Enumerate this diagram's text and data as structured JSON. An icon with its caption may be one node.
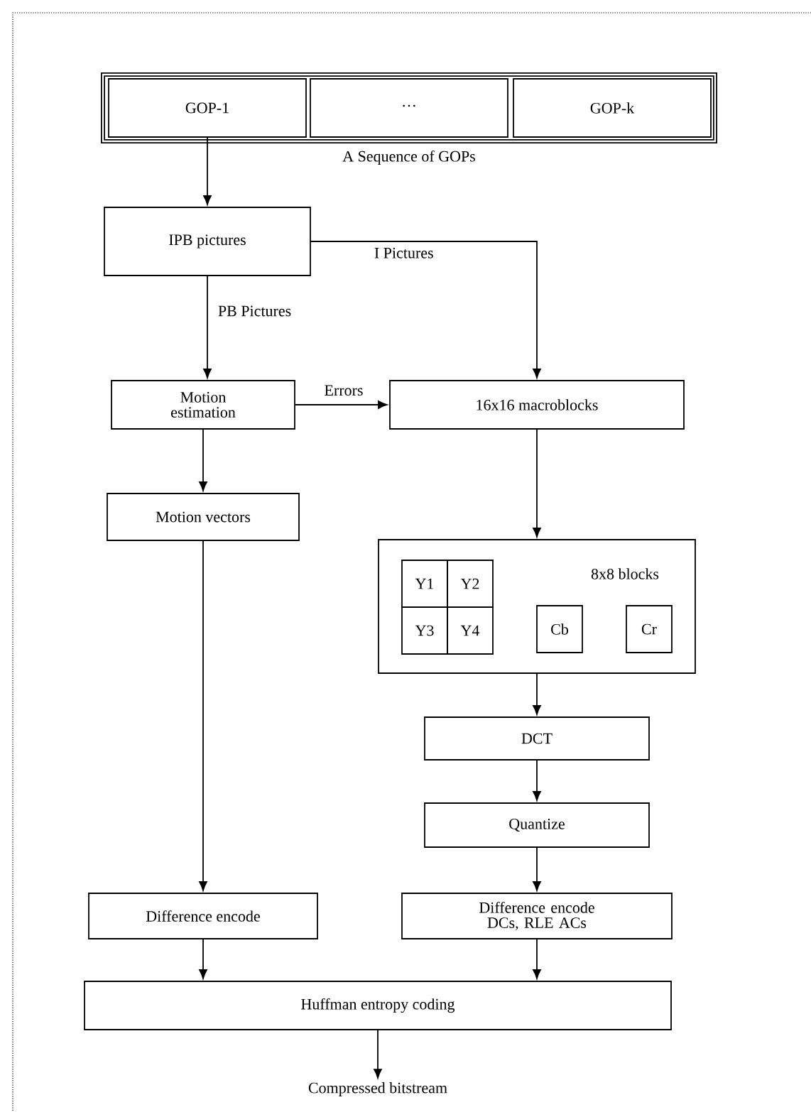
{
  "diagram": {
    "nodes": [
      {
        "text": [
          "A Sequence of GOPs"
        ]
      },
      {
        "text": [
          "GOP-1"
        ],
        "in": 0
      },
      {
        "text": [
          "···"
        ],
        "in": 0
      },
      {
        "text": [
          "GOP-k"
        ],
        "in": 0
      },
      {
        "text": [
          "IPB pictures"
        ]
      },
      {
        "text": [
          "Motion estimation"
        ]
      },
      {
        "text": [
          "16x16 macroblocks"
        ]
      },
      {
        "text": [
          "Motion vectors"
        ]
      },
      {
        "text": [
          "8x8 blocks"
        ]
      },
      {
        "text": [
          "Y1"
        ],
        "in": 8
      },
      {
        "text": [
          "Y2"
        ],
        "in": 8
      },
      {
        "text": [
          "Y3"
        ],
        "in": 8
      },
      {
        "text": [
          "Y4"
        ],
        "in": 8
      },
      {
        "text": [
          "Cb"
        ],
        "in": 8
      },
      {
        "text": [
          "Cr"
        ],
        "in": 8
      },
      {
        "text": [
          "DCT"
        ]
      },
      {
        "text": [
          "Quantize"
        ]
      },
      {
        "text": [
          "Difference encode"
        ]
      },
      {
        "text": [
          "Difference encode DCs, RLE ACs"
        ]
      },
      {
        "text": [
          "Huffman entropy coding"
        ]
      },
      {
        "text": [
          "Compressed bitstream"
        ]
      }
    ],
    "edges": [
      {
        "from": 1,
        "to": 4,
        "arrow": "to"
      },
      {
        "from": 4,
        "to": 6,
        "arrow": "to",
        "label": "I Pictures"
      },
      {
        "from": 4,
        "to": 5,
        "arrow": "to",
        "label": "PB Pictures"
      },
      {
        "from": 5,
        "to": 6,
        "arrow": "to",
        "label": "Errors"
      },
      {
        "from": 5,
        "to": 7,
        "arrow": "to"
      },
      {
        "from": 6,
        "to": 8,
        "arrow": "to"
      },
      {
        "from": 7,
        "to": 17,
        "arrow": "to"
      },
      {
        "from": 8,
        "to": 15,
        "arrow": "to"
      },
      {
        "from": 15,
        "to": 16,
        "arrow": "to"
      },
      {
        "from": 16,
        "to": 18,
        "arrow": "to"
      },
      {
        "from": 17,
        "to": 19,
        "arrow": "to"
      },
      {
        "from": 18,
        "to": 19,
        "arrow": "to"
      },
      {
        "from": 19,
        "to": 20,
        "arrow": "to"
      }
    ]
  }
}
